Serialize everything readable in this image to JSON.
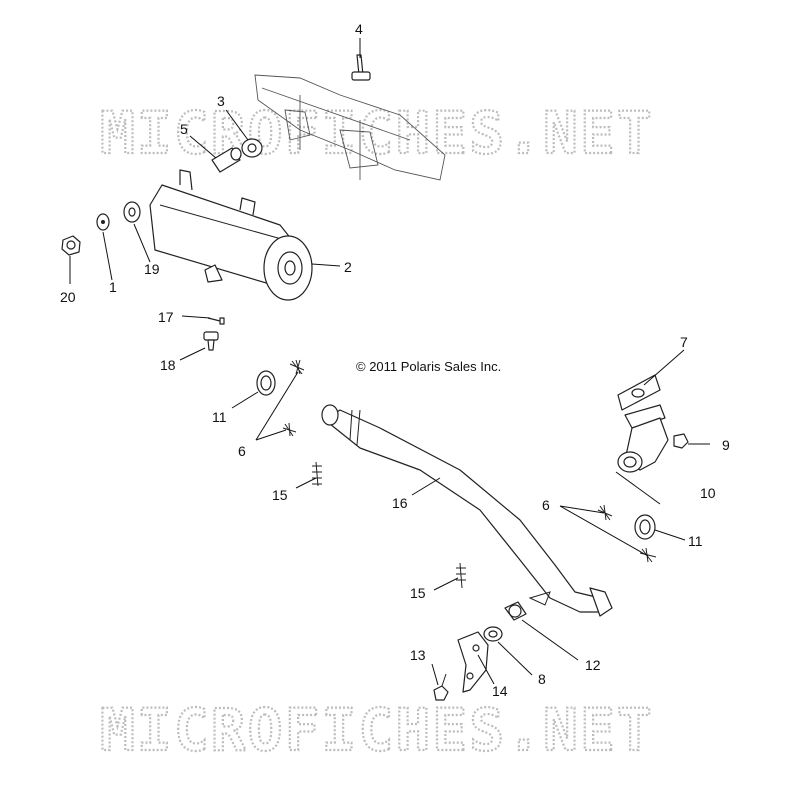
{
  "copyright": "© 2011 Polaris Sales Inc.",
  "watermark": "MICROFICHES.NET",
  "callouts": [
    {
      "id": "c4",
      "label": "4"
    },
    {
      "id": "c3",
      "label": "3"
    },
    {
      "id": "c5",
      "label": "5"
    },
    {
      "id": "c2",
      "label": "2"
    },
    {
      "id": "c20",
      "label": "20"
    },
    {
      "id": "c1",
      "label": "1"
    },
    {
      "id": "c19",
      "label": "19"
    },
    {
      "id": "c17",
      "label": "17"
    },
    {
      "id": "c18",
      "label": "18"
    },
    {
      "id": "c11a",
      "label": "11"
    },
    {
      "id": "c6a",
      "label": "6"
    },
    {
      "id": "c15a",
      "label": "15"
    },
    {
      "id": "c16",
      "label": "16"
    },
    {
      "id": "c7",
      "label": "7"
    },
    {
      "id": "c9",
      "label": "9"
    },
    {
      "id": "c10",
      "label": "10"
    },
    {
      "id": "c6b",
      "label": "6"
    },
    {
      "id": "c11b",
      "label": "11"
    },
    {
      "id": "c15b",
      "label": "15"
    },
    {
      "id": "c12",
      "label": "12"
    },
    {
      "id": "c13",
      "label": "13"
    },
    {
      "id": "c14",
      "label": "14"
    },
    {
      "id": "c8",
      "label": "8"
    }
  ]
}
